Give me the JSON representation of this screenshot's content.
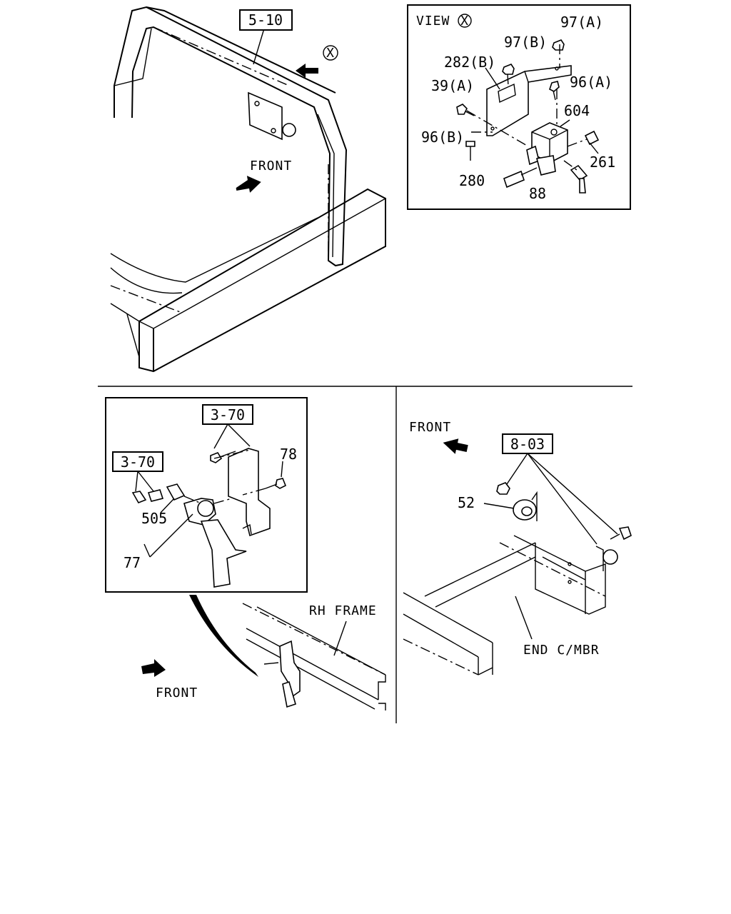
{
  "top_left": {
    "ref_box": "5-10",
    "view_marker": "X",
    "front_label": "FRONT"
  },
  "view_x": {
    "title": "VIEW",
    "title_marker": "X",
    "callouts": {
      "c97a": "97(A)",
      "c97b": "97(B)",
      "c282b": "282(B)",
      "c39a": "39(A)",
      "c96a": "96(A)",
      "c604": "604",
      "c96b": "96(B)",
      "c261": "261",
      "c280": "280",
      "c88": "88"
    }
  },
  "bottom_left": {
    "ref_box_1": "3-70",
    "ref_box_2": "3-70",
    "callouts": {
      "c78": "78",
      "c505": "505",
      "c77": "77"
    },
    "frame_label": "RH FRAME",
    "front_label": "FRONT"
  },
  "bottom_right": {
    "front_label": "FRONT",
    "ref_box": "8-03",
    "callouts": {
      "c52": "52"
    },
    "member_label": "END C/MBR"
  }
}
